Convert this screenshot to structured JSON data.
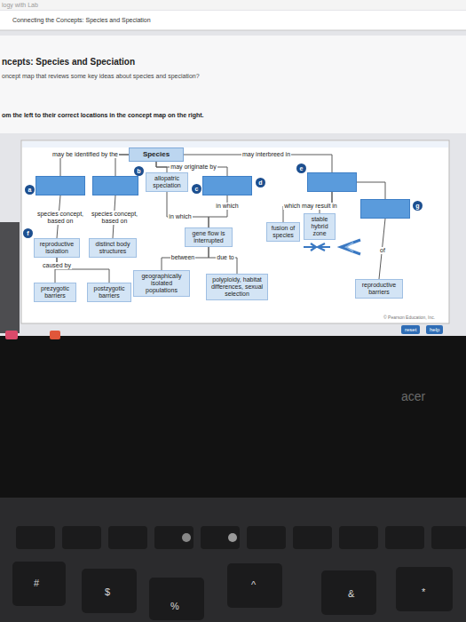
{
  "diagram": {
    "nodes": [
      {
        "text": [
          "Species"
        ]
      },
      {
        "text": [
          "a"
        ]
      },
      {
        "text": [
          "b"
        ]
      },
      {
        "text": [
          "allopatric speciation"
        ]
      },
      {
        "text": [
          "c"
        ]
      },
      {
        "text": [
          "e"
        ]
      },
      {
        "text": [
          "reproductive isolation"
        ]
      },
      {
        "text": [
          "distinct body structures"
        ]
      },
      {
        "text": [
          "prezygotic barriers"
        ]
      },
      {
        "text": [
          "postzygotic barriers"
        ]
      },
      {
        "text": [
          "gene flow is interrupted"
        ]
      },
      {
        "text": [
          "geographically isolated populations"
        ]
      },
      {
        "text": [
          "polyploidy, habitat differences, sexual selection"
        ]
      },
      {
        "text": [
          "fusion of species"
        ]
      },
      {
        "text": [
          "stable hybrid zone"
        ]
      },
      {
        "text": [
          "g"
        ]
      },
      {
        "text": [
          "reproductive barriers"
        ]
      }
    ],
    "edges": [
      {
        "from": 0,
        "to": 1,
        "label": "may be identified by the",
        "arrow": "none"
      },
      {
        "from": 0,
        "to": 2,
        "arrow": "none"
      },
      {
        "from": 0,
        "to": 3,
        "label": "may originate by",
        "arrow": "none"
      },
      {
        "from": 0,
        "to": 4,
        "arrow": "none"
      },
      {
        "from": 0,
        "to": 5,
        "label": "may interbreed in",
        "arrow": "none"
      },
      {
        "from": 1,
        "to": 6,
        "label": "species concept, based on",
        "arrow": "none"
      },
      {
        "from": 2,
        "to": 7,
        "label": "species concept, based on",
        "arrow": "none"
      },
      {
        "from": 6,
        "to": 8,
        "label": "caused by",
        "arrow": "none"
      },
      {
        "from": 6,
        "to": 9,
        "arrow": "none"
      },
      {
        "from": 3,
        "to": 10,
        "label": "in which",
        "arrow": "none"
      },
      {
        "from": 4,
        "to": 10,
        "label": "in which",
        "arrow": "none"
      },
      {
        "from": 10,
        "to": 11,
        "label": "between",
        "arrow": "none"
      },
      {
        "from": 10,
        "to": 12,
        "label": "due to",
        "arrow": "none"
      },
      {
        "from": 5,
        "to": 13,
        "label": "which may result in",
        "arrow": "none"
      },
      {
        "from": 5,
        "to": 14,
        "arrow": "none"
      },
      {
        "from": 5,
        "to": 15,
        "arrow": "none"
      },
      {
        "from": 15,
        "to": 16,
        "label": "of",
        "arrow": "none"
      }
    ],
    "labels": [
      "logy with Lab",
      "Connecting the Concepts: Species and Speciation",
      "ncepts: Species and Speciation",
      "oncept map that reviews some key ideas about species and speciation?",
      "om the left to their correct locations in the concept map on the right.",
      "d",
      "f",
      "© Pearson Education, Inc.",
      "reset",
      "help",
      "acer",
      "#",
      "$",
      "%",
      "^",
      "&",
      "*"
    ]
  }
}
